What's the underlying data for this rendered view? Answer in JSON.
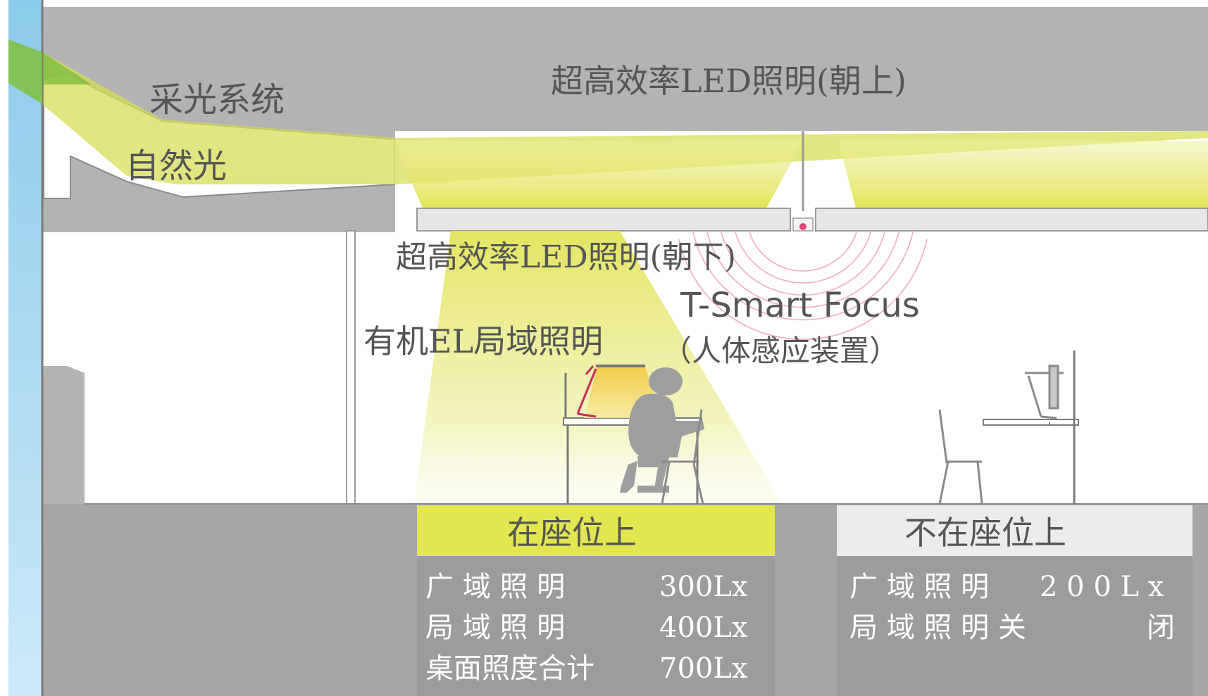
{
  "labels": {
    "daylight_system": "采光系统",
    "natural_light": "自然光",
    "led_up": "超高效率LED照明(朝上)",
    "led_down": "超高效率LED照明(朝下)",
    "oled_task": "有机EL局域照明",
    "sensor_name": "T-Smart Focus",
    "sensor_desc": "（人体感应装置）"
  },
  "occupied": {
    "title": "在座位上",
    "rows": [
      {
        "label": "广 域 照 明",
        "value": "300Lx"
      },
      {
        "label": "局 域 照 明",
        "value": "400Lx"
      },
      {
        "label": "桌面照度合计",
        "value": "700Lx"
      }
    ]
  },
  "vacant": {
    "title": "不在座位上",
    "rows": [
      {
        "label": "广 域 照 明",
        "value": "2 0 0 L x"
      },
      {
        "label": "局 域 照 明 关",
        "value": "闭"
      }
    ]
  },
  "colors": {
    "ceiling_gray": "#b3b3b3",
    "floor_gray": "#a6a6a6",
    "light_yellow": "#e2e45a",
    "panel_yellow": "#e3e64f",
    "panel_gray": "#9c9c9c",
    "sensor_pink": "#d9467a",
    "glass_blue": "#9fd3ee"
  }
}
